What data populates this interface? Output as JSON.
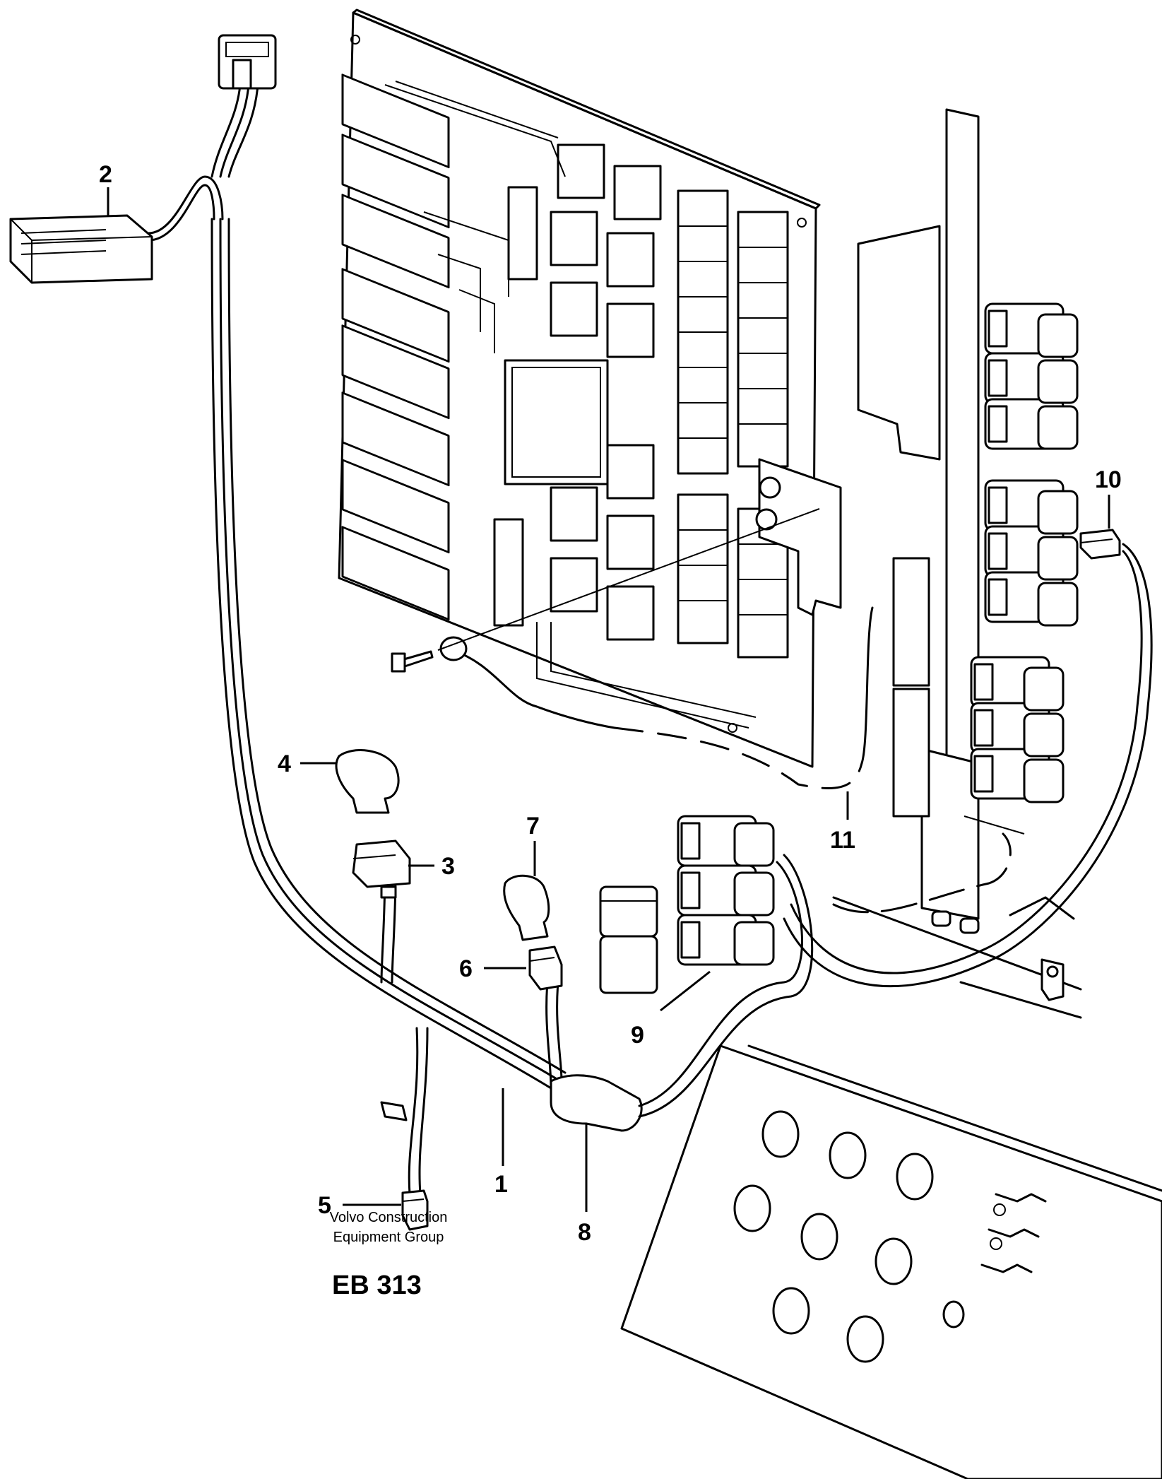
{
  "callouts": [
    "1",
    "2",
    "3",
    "4",
    "5",
    "6",
    "7",
    "8",
    "9",
    "10",
    "11"
  ],
  "footer": {
    "line1": "Volvo Construction",
    "line2": "Equipment Group",
    "code": "EB 313"
  }
}
